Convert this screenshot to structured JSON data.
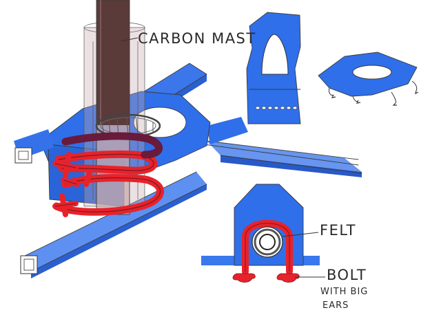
{
  "labels": {
    "carbon_mast": "CARBON MAST",
    "felt": "FELT",
    "bolt_line1": "BOLT",
    "bolt_line2": "WITH BIG",
    "bolt_line3": "EARS"
  },
  "colors": {
    "plate_blue": "#2f6fea",
    "plate_blue_light": "#6f9ef5",
    "mast_brown": "#5b3a3a",
    "bolt_red": "#e8222b",
    "bolt_dark": "#7a1a1a",
    "pencil": "#3a3a3a"
  }
}
